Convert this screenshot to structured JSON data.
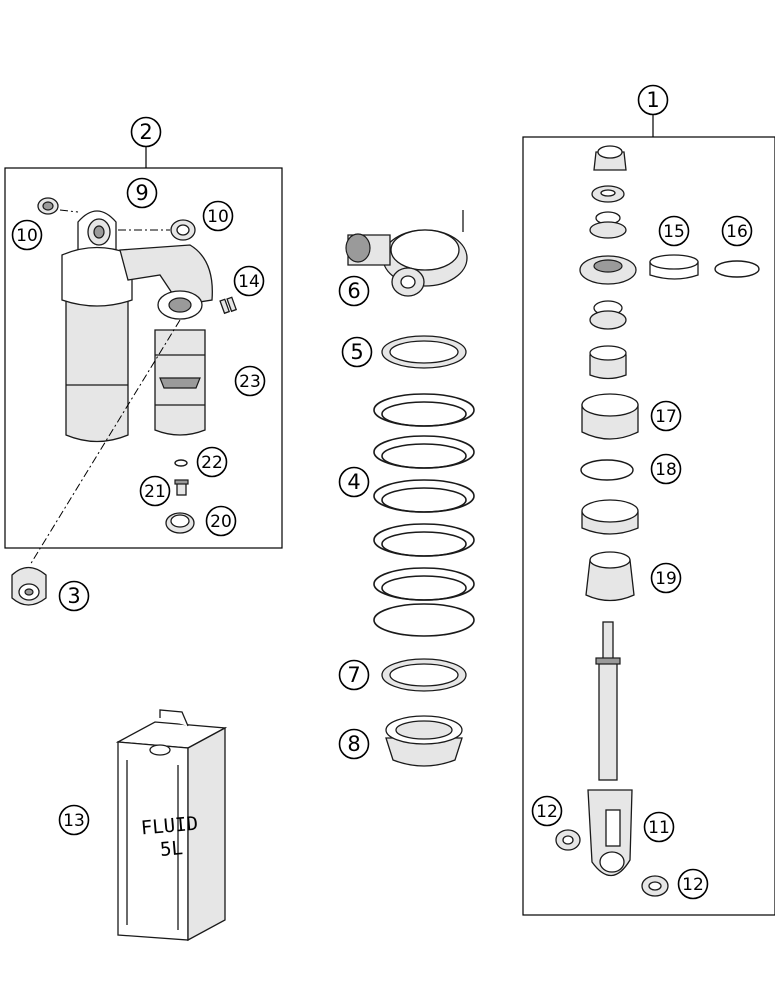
{
  "callouts": [
    {
      "id": "c1",
      "label": "1"
    },
    {
      "id": "c2",
      "label": "2"
    },
    {
      "id": "c3",
      "label": "3"
    },
    {
      "id": "c4",
      "label": "4"
    },
    {
      "id": "c5",
      "label": "5"
    },
    {
      "id": "c6",
      "label": "6"
    },
    {
      "id": "c7",
      "label": "7"
    },
    {
      "id": "c8",
      "label": "8"
    },
    {
      "id": "c9",
      "label": "9"
    },
    {
      "id": "c10a",
      "label": "10"
    },
    {
      "id": "c10b",
      "label": "10"
    },
    {
      "id": "c11",
      "label": "11"
    },
    {
      "id": "c12a",
      "label": "12"
    },
    {
      "id": "c12b",
      "label": "12"
    },
    {
      "id": "c13",
      "label": "13"
    },
    {
      "id": "c14",
      "label": "14"
    },
    {
      "id": "c15",
      "label": "15"
    },
    {
      "id": "c16",
      "label": "16"
    },
    {
      "id": "c17",
      "label": "17"
    },
    {
      "id": "c18",
      "label": "18"
    },
    {
      "id": "c19",
      "label": "19"
    },
    {
      "id": "c20",
      "label": "20"
    },
    {
      "id": "c21",
      "label": "21"
    },
    {
      "id": "c22",
      "label": "22"
    },
    {
      "id": "c23",
      "label": "23"
    }
  ],
  "fluid_can": {
    "line1": "FLUID",
    "line2": "5L"
  }
}
